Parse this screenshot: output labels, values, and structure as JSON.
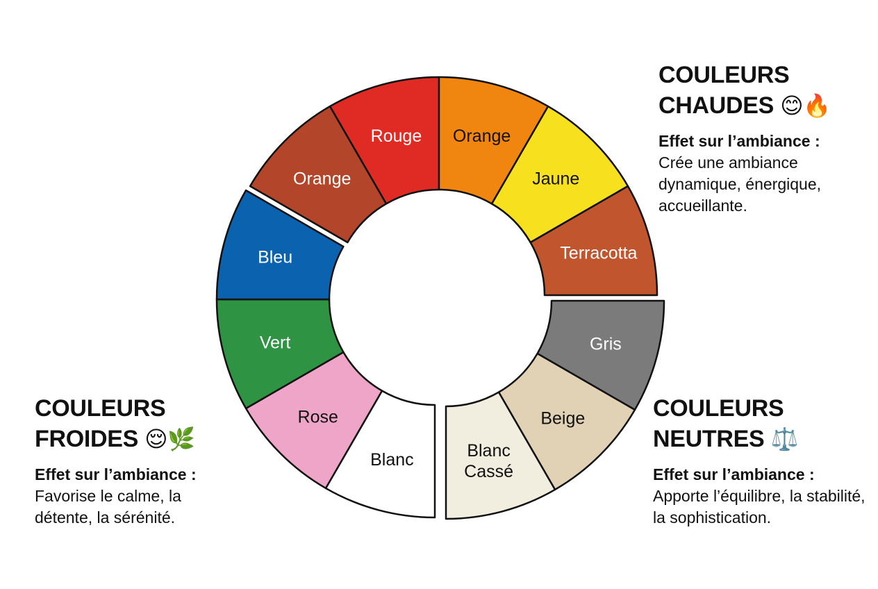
{
  "wheel": {
    "segments": [
      {
        "id": "rouge",
        "label": "Rouge",
        "color": "#E02B25",
        "text_color": "#ffffff"
      },
      {
        "id": "orange-chaud",
        "label": "Orange",
        "color": "#F0860F",
        "text_color": "#111111"
      },
      {
        "id": "jaune",
        "label": "Jaune",
        "color": "#F7E01E",
        "text_color": "#111111"
      },
      {
        "id": "terracotta",
        "label": "Terracotta",
        "color": "#C1562E",
        "text_color": "#ffffff"
      },
      {
        "id": "gris",
        "label": "Gris",
        "color": "#7B7B7B",
        "text_color": "#ffffff"
      },
      {
        "id": "beige",
        "label": "Beige",
        "color": "#E1D2B5",
        "text_color": "#111111"
      },
      {
        "id": "blanc-casse",
        "label": "Blanc\nCassé",
        "color": "#F1EDDF",
        "text_color": "#111111"
      },
      {
        "id": "blanc",
        "label": "Blanc",
        "color": "#FFFFFF",
        "text_color": "#111111"
      },
      {
        "id": "rose",
        "label": "Rose",
        "color": "#EFA5C8",
        "text_color": "#111111"
      },
      {
        "id": "vert",
        "label": "Vert",
        "color": "#2E9342",
        "text_color": "#ffffff"
      },
      {
        "id": "bleu",
        "label": "Bleu",
        "color": "#0B63B0",
        "text_color": "#ffffff"
      },
      {
        "id": "orange-brique",
        "label": "Orange",
        "color": "#B2452A",
        "text_color": "#ffffff"
      }
    ]
  },
  "groups": {
    "chaudes": {
      "title_line1": "COULEURS",
      "title_line2": "CHAUDES",
      "emoji": "😊🔥",
      "effect_title": "Effet sur l’ambiance :",
      "effect_body": "Crée une ambiance dynamique, énergique, accueillante."
    },
    "froides": {
      "title_line1": "COULEURS",
      "title_line2": "FROIDES",
      "emoji": "😌🌿",
      "effect_title": "Effet sur l’ambiance :",
      "effect_body": "Favorise le calme, la détente, la sérénité."
    },
    "neutres": {
      "title_line1": "COULEURS",
      "title_line2": "NEUTRES",
      "emoji": "⚖️",
      "effect_title": "Effet sur l’ambiance :",
      "effect_body": "Apporte l’équilibre, la stabilité, la sophistication."
    }
  }
}
